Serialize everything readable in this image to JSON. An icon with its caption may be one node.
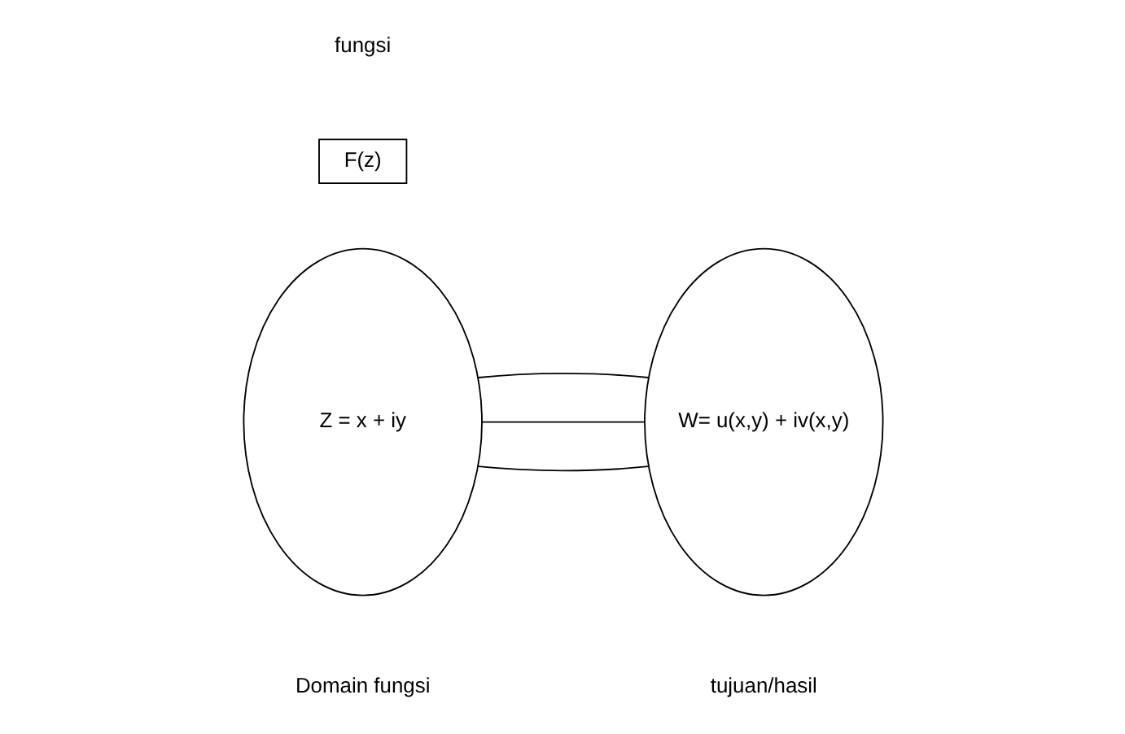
{
  "diagram": {
    "nodes": [
      {
        "text": [
          "Z = x + iy"
        ],
        "beside": [
          "Domain fungsi"
        ]
      },
      {
        "text": [
          "W= u(x,y) + iv(x,y)"
        ],
        "beside": [
          "tujuan/hasil"
        ]
      },
      {
        "text": [
          "F(z)"
        ]
      }
    ],
    "edges": [
      {
        "from": 0,
        "to": 1,
        "arrow": "none"
      },
      {
        "from": 0,
        "to": 1,
        "arrow": "none"
      },
      {
        "from": 0,
        "to": 1,
        "arrow": "none"
      }
    ],
    "labels": [
      "fungsi"
    ]
  }
}
